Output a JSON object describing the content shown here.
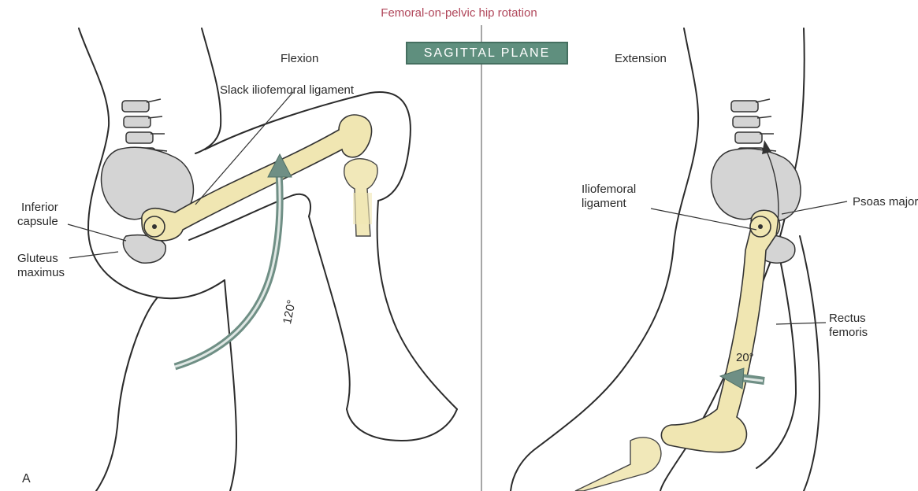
{
  "figure": {
    "title": "Femoral-on-pelvic hip rotation",
    "plane_badge": "SAGITTAL PLANE",
    "panel_letter": "A"
  },
  "left_panel": {
    "heading": "Flexion",
    "angle": "120°",
    "labels": {
      "slack_ligament": "Slack iliofemoral ligament",
      "inferior_capsule": [
        "Inferior",
        "capsule"
      ],
      "gluteus_maximus": [
        "Gluteus",
        "maximus"
      ]
    }
  },
  "right_panel": {
    "heading": "Extension",
    "angle": "20°",
    "labels": {
      "iliofemoral_ligament": [
        "Iliofemoral",
        "ligament"
      ],
      "psoas_major": "Psoas major",
      "rectus_femoris": [
        "Rectus",
        "femoris"
      ]
    }
  },
  "colors": {
    "title": "#b0465a",
    "badge": "#5f8f7e",
    "bone": "#f0e6b2",
    "pelvis": "#d4d4d4",
    "arrow": "#6f8f85"
  }
}
